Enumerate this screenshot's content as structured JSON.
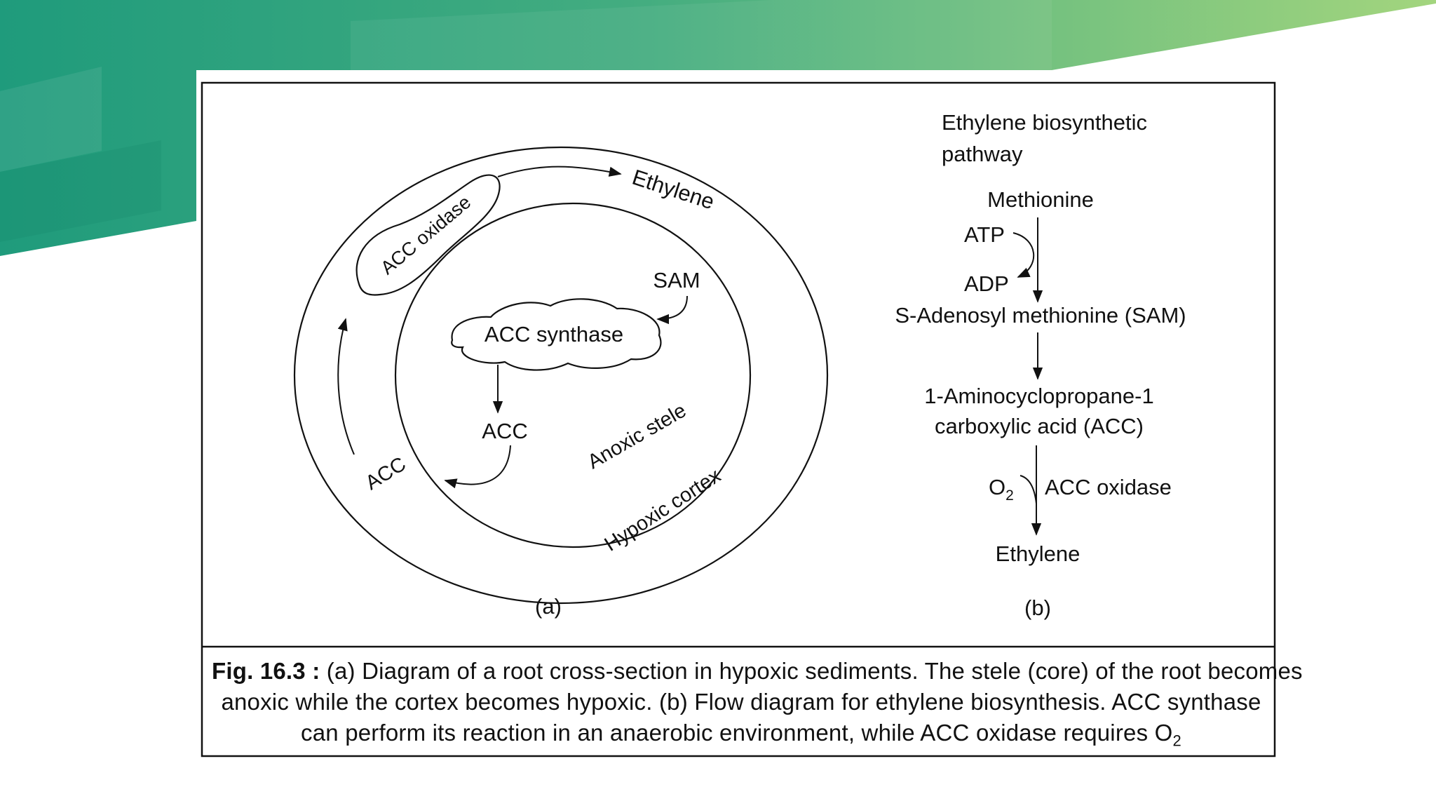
{
  "colors": {
    "banner_dark": "#1f9b7c",
    "banner_mid": "#44ad80",
    "banner_light": "#a3d57e",
    "ink": "#111111"
  },
  "diagram_a": {
    "label": "(a)",
    "acc_oxidase": "ACC oxidase",
    "ethylene": "Ethylene",
    "sam": "SAM",
    "acc_synthase": "ACC synthase",
    "acc_inner": "ACC",
    "acc_outer": "ACC",
    "anoxic_stele": "Anoxic stele",
    "hypoxic_cortex": "Hypoxic cortex"
  },
  "diagram_b": {
    "label": "(b)",
    "title_line1": "Ethylene biosynthetic",
    "title_line2": "pathway",
    "methionine": "Methionine",
    "atp": "ATP",
    "adp": "ADP",
    "sam": "S-Adenosyl methionine (SAM)",
    "acc_line1": "1-Aminocyclopropane-1",
    "acc_line2": "carboxylic acid (ACC)",
    "o2": "O",
    "o2_sub": "2",
    "acc_oxidase": "ACC oxidase",
    "ethylene": "Ethylene"
  },
  "caption": {
    "fig_label": "Fig. 16.3 :",
    "line1": " (a) Diagram of a root cross-section in hypoxic sediments. The stele (core) of the root becomes",
    "line2": "anoxic while the cortex becomes hypoxic. (b) Flow diagram for ethylene biosynthesis. ACC synthase",
    "line3": "can perform its reaction in an anaerobic environment, while ACC oxidase requires O",
    "line3_sub": "2"
  }
}
